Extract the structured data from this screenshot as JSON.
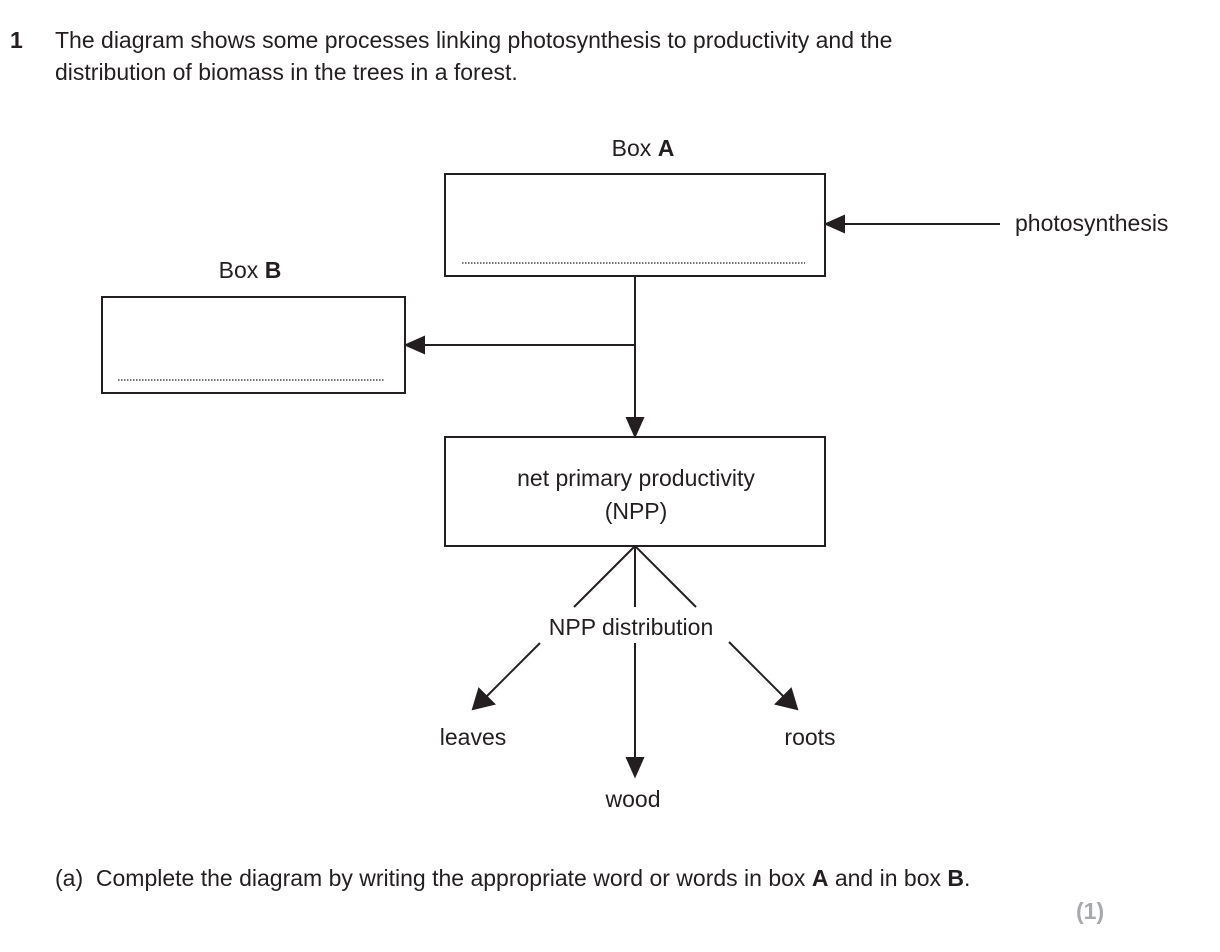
{
  "question": {
    "number": "1",
    "intro_line1": "The diagram shows some processes linking photosynthesis to productivity and the",
    "intro_line2": "distribution of biomass in the trees in a forest."
  },
  "diagram": {
    "box_a": {
      "label_prefix": "Box",
      "label_letter": "A"
    },
    "box_b": {
      "label_prefix": "Box",
      "label_letter": "B"
    },
    "photosynthesis": "photosynthesis",
    "npp_line1": "net primary productivity",
    "npp_line2": "(NPP)",
    "npp_distribution": "NPP distribution",
    "leaves": "leaves",
    "wood": "wood",
    "roots": "roots"
  },
  "part_a": {
    "label": "(a)",
    "text_before_a": "Complete the diagram by writing the appropriate word or words in box",
    "letter_a": "A",
    "text_middle": "and in box",
    "letter_b": "B",
    "text_end": ".",
    "marks": "(1)"
  }
}
